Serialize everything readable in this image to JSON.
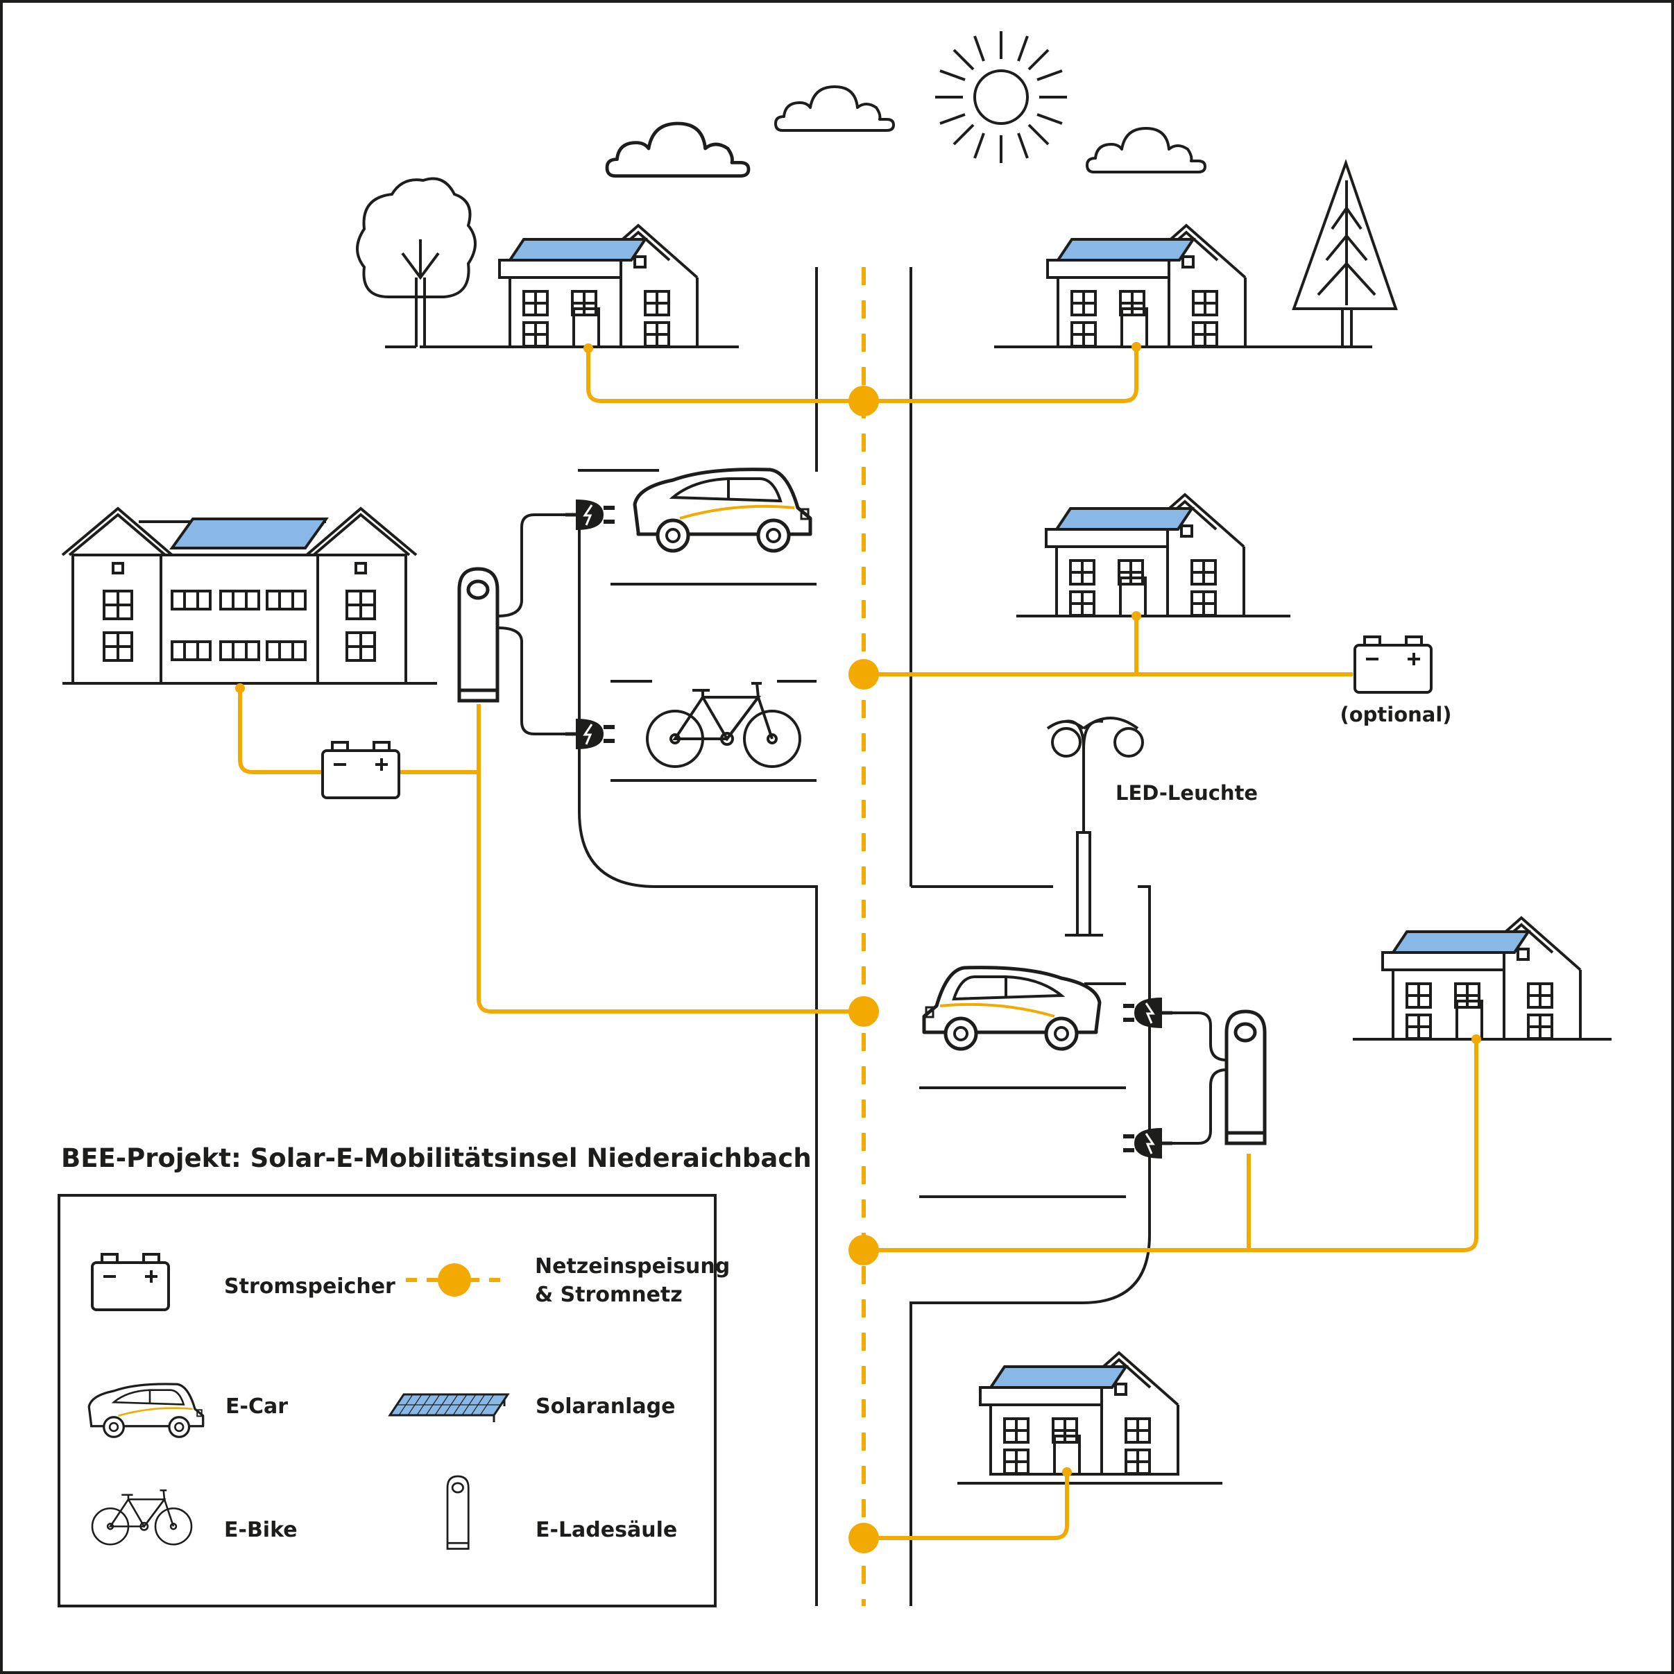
{
  "title": "BEE-Projekt: Solar-E-Mobilitätsinsel Niederaichbach",
  "labels": {
    "optional": "(optional)",
    "led": "LED-Leuchte"
  },
  "legend": {
    "battery": "Stromspeicher",
    "grid_line1": "Netzeinspeisung",
    "grid_line2": "& Stromnetz",
    "ecar": "E-Car",
    "solar": "Solaranlage",
    "ebike": "E-Bike",
    "charger": "E-Ladesäule"
  },
  "colors": {
    "line": "#1d1d1b",
    "grid": "#f2a900",
    "solar_fill": "#8ab8e6",
    "solar_stroke": "#1d1d1b"
  }
}
